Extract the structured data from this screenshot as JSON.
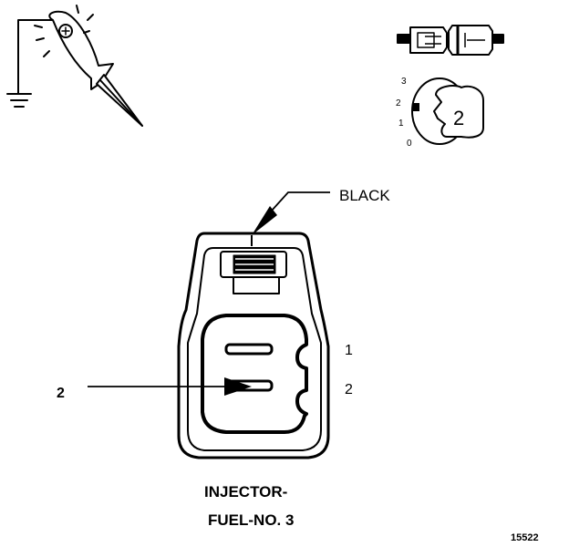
{
  "connector": {
    "wire_color": "BLACK",
    "pin_labels": [
      "1",
      "2"
    ],
    "callout_pin": "2",
    "title_line1": "INJECTOR-",
    "title_line2": "FUEL-NO. 3"
  },
  "key_icon": {
    "positions": [
      "3",
      "2",
      "1",
      "0"
    ],
    "key_number": "2"
  },
  "figure_number": "15522",
  "icons": [
    "test-light-probe-icon",
    "ground-symbol-icon",
    "disconnected-connector-icon",
    "ignition-key-icon"
  ]
}
